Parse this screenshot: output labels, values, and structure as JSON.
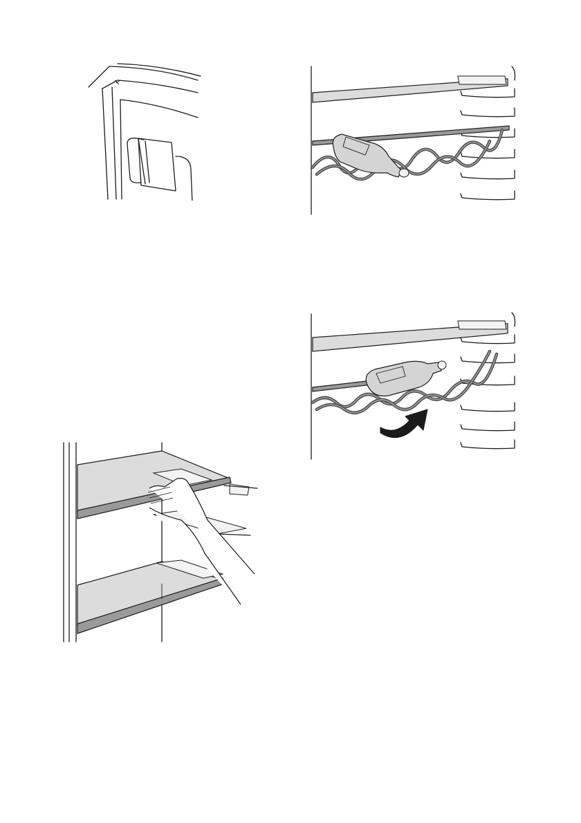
{
  "page": {
    "figures": [
      {
        "id": "fig-door",
        "subject": "door-shelf-holder"
      },
      {
        "id": "fig-wine-top",
        "subject": "bottle-rack-bottle-lying"
      },
      {
        "id": "fig-wine-bottom",
        "subject": "bottle-rack-tilted-arrow"
      },
      {
        "id": "fig-shelf",
        "subject": "removing-glass-shelf-by-hand"
      }
    ],
    "colors": {
      "line": "#1a1a1a",
      "shelf_fill": "#dcdcdc",
      "edge_fill": "#9a9a9a",
      "wire": "#4a4a4a"
    },
    "icons": [
      "rotate-arrow-icon"
    ]
  }
}
